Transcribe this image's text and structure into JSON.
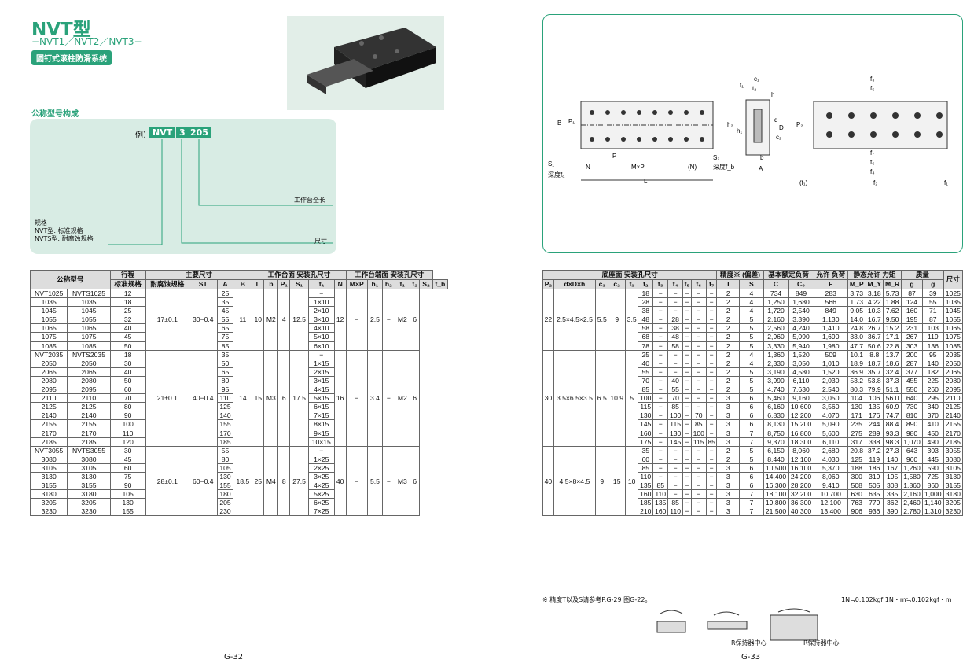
{
  "header": {
    "title": "NVT型",
    "subtitle": "−NVT1／NVT2／NVT3−",
    "badge": "圆钉式滚柱防滑系统"
  },
  "code": {
    "heading": "公称型号构成",
    "example_prefix": "例）",
    "parts": [
      "NVT",
      "3",
      "205"
    ],
    "label_length": "工作台全长",
    "label_spec_lines": [
      "规格",
      "NVT型: 标准规格",
      "NVTS型: 耐腐蚀规格"
    ],
    "label_size": "尺寸"
  },
  "ltable": {
    "head1": [
      "公称型号",
      "行程",
      "主要尺寸",
      "工作台面\n安装孔尺寸",
      "工作台端面\n安装孔尺寸"
    ],
    "cols": [
      "标准规格",
      "耐腐蚀规格",
      "ST",
      "A",
      "B",
      "L",
      "b",
      "P₁",
      "S₁",
      "fₐ",
      "N",
      "M×P",
      "h₁",
      "h₂",
      "t₁",
      "t₂",
      "S₂",
      "f_b"
    ],
    "groups": [
      {
        "rows": [
          [
            "NVT1025",
            "NVTS1025",
            "12",
            "25",
            "−"
          ],
          [
            "1035",
            "1035",
            "18",
            "35",
            "1×10"
          ],
          [
            "1045",
            "1045",
            "25",
            "45",
            "2×10"
          ],
          [
            "1055",
            "1055",
            "32",
            "55",
            "3×10"
          ],
          [
            "1065",
            "1065",
            "40",
            "65",
            "4×10"
          ],
          [
            "1075",
            "1075",
            "45",
            "75",
            "5×10"
          ],
          [
            "1085",
            "1085",
            "50",
            "85",
            "6×10"
          ]
        ],
        "A": "17±0.1",
        "B": "30−0.4",
        "b": "11",
        "P1": "10",
        "S1": "M2",
        "fa": "4",
        "N": "12.5",
        "h1": "12",
        "h2": "−",
        "t1": "2.5",
        "t2": "−",
        "S2": "M2",
        "fb": "6"
      },
      {
        "rows": [
          [
            "NVT2035",
            "NVTS2035",
            "18",
            "35",
            "−"
          ],
          [
            "2050",
            "2050",
            "30",
            "50",
            "1×15"
          ],
          [
            "2065",
            "2065",
            "40",
            "65",
            "2×15"
          ],
          [
            "2080",
            "2080",
            "50",
            "80",
            "3×15"
          ],
          [
            "2095",
            "2095",
            "60",
            "95",
            "4×15"
          ],
          [
            "2110",
            "2110",
            "70",
            "110",
            "5×15"
          ],
          [
            "2125",
            "2125",
            "80",
            "125",
            "6×15"
          ],
          [
            "2140",
            "2140",
            "90",
            "140",
            "7×15"
          ],
          [
            "2155",
            "2155",
            "100",
            "155",
            "8×15"
          ],
          [
            "2170",
            "2170",
            "110",
            "170",
            "9×15"
          ],
          [
            "2185",
            "2185",
            "120",
            "185",
            "10×15"
          ]
        ],
        "A": "21±0.1",
        "B": "40−0.4",
        "b": "14",
        "P1": "15",
        "S1": "M3",
        "fa": "6",
        "N": "17.5",
        "h1": "16",
        "h2": "−",
        "t1": "3.4",
        "t2": "−",
        "S2": "M2",
        "fb": "6"
      },
      {
        "rows": [
          [
            "NVT3055",
            "NVTS3055",
            "30",
            "55",
            "−"
          ],
          [
            "3080",
            "3080",
            "45",
            "80",
            "1×25"
          ],
          [
            "3105",
            "3105",
            "60",
            "105",
            "2×25"
          ],
          [
            "3130",
            "3130",
            "75",
            "130",
            "3×25"
          ],
          [
            "3155",
            "3155",
            "90",
            "155",
            "4×25"
          ],
          [
            "3180",
            "3180",
            "105",
            "180",
            "5×25"
          ],
          [
            "3205",
            "3205",
            "130",
            "205",
            "6×25"
          ],
          [
            "3230",
            "3230",
            "155",
            "230",
            "7×25"
          ]
        ],
        "A": "28±0.1",
        "B": "60−0.4",
        "b": "18.5",
        "P1": "25",
        "S1": "M4",
        "fa": "8",
        "N": "27.5",
        "h1": "40",
        "h2": "−",
        "t1": "5.5",
        "t2": "−",
        "S2": "M3",
        "fb": "6"
      }
    ]
  },
  "rtable": {
    "head1": [
      "底座面\n安装孔尺寸",
      "精度※\n(偏差)",
      "基本额定负荷",
      "允许\n负荷",
      "静态允许\n力矩",
      "质量",
      "尺寸"
    ],
    "groups": [
      {
        "P2": "22",
        "d": "2.5×4.5×2.5",
        "c1": "5.5",
        "c2": "9",
        "f1": "3.5",
        "rows": [
          [
            "18",
            "−",
            "−",
            "−",
            "−",
            "−",
            "2",
            "4",
            "734",
            "849",
            "283",
            "3.73",
            "3.18",
            "5.73",
            "87",
            "39",
            "1025"
          ],
          [
            "28",
            "−",
            "−",
            "−",
            "−",
            "−",
            "2",
            "4",
            "1,250",
            "1,680",
            "566",
            "1.73",
            "4.22",
            "1.88",
            "124",
            "55",
            "1035"
          ],
          [
            "38",
            "−",
            "−",
            "−",
            "−",
            "−",
            "2",
            "4",
            "1,720",
            "2,540",
            "849",
            "9.05",
            "10.3",
            "7.62",
            "160",
            "71",
            "1045"
          ],
          [
            "48",
            "−",
            "28",
            "−",
            "−",
            "−",
            "2",
            "5",
            "2,160",
            "3,390",
            "1,130",
            "14.0",
            "16.7",
            "9.50",
            "195",
            "87",
            "1055"
          ],
          [
            "58",
            "−",
            "38",
            "−",
            "−",
            "−",
            "2",
            "5",
            "2,560",
            "4,240",
            "1,410",
            "24.8",
            "26.7",
            "15.2",
            "231",
            "103",
            "1065"
          ],
          [
            "68",
            "−",
            "48",
            "−",
            "−",
            "−",
            "2",
            "5",
            "2,960",
            "5,090",
            "1,690",
            "33.0",
            "36.7",
            "17.1",
            "267",
            "119",
            "1075"
          ],
          [
            "78",
            "−",
            "58",
            "−",
            "−",
            "−",
            "2",
            "5",
            "3,330",
            "5,940",
            "1,980",
            "47.7",
            "50.6",
            "22.8",
            "303",
            "136",
            "1085"
          ]
        ]
      },
      {
        "P2": "30",
        "d": "3.5×6.5×3.5",
        "c1": "6.5",
        "c2": "10.9",
        "f1": "5",
        "rows": [
          [
            "25",
            "−",
            "−",
            "−",
            "−",
            "−",
            "2",
            "4",
            "1,360",
            "1,520",
            "509",
            "10.1",
            "8.8",
            "13.7",
            "200",
            "95",
            "2035"
          ],
          [
            "40",
            "−",
            "−",
            "−",
            "−",
            "−",
            "2",
            "4",
            "2,330",
            "3,050",
            "1,010",
            "18.9",
            "18.7",
            "18.6",
            "287",
            "140",
            "2050"
          ],
          [
            "55",
            "−",
            "−",
            "−",
            "−",
            "−",
            "2",
            "5",
            "3,190",
            "4,580",
            "1,520",
            "36.9",
            "35.7",
            "32.4",
            "377",
            "182",
            "2065"
          ],
          [
            "70",
            "−",
            "40",
            "−",
            "−",
            "−",
            "2",
            "5",
            "3,990",
            "6,110",
            "2,030",
            "53.2",
            "53.8",
            "37.3",
            "455",
            "225",
            "2080"
          ],
          [
            "85",
            "−",
            "55",
            "−",
            "−",
            "−",
            "2",
            "5",
            "4,740",
            "7,630",
            "2,540",
            "80.3",
            "79.9",
            "51.1",
            "550",
            "260",
            "2095"
          ],
          [
            "100",
            "−",
            "70",
            "−",
            "−",
            "−",
            "3",
            "6",
            "5,460",
            "9,160",
            "3,050",
            "104",
            "106",
            "56.0",
            "640",
            "295",
            "2110"
          ],
          [
            "115",
            "−",
            "85",
            "−",
            "−",
            "−",
            "3",
            "6",
            "6,160",
            "10,600",
            "3,560",
            "130",
            "135",
            "60.9",
            "730",
            "340",
            "2125"
          ],
          [
            "130",
            "−",
            "100",
            "−",
            "70",
            "−",
            "3",
            "6",
            "6,830",
            "12,200",
            "4,070",
            "171",
            "176",
            "74.7",
            "810",
            "370",
            "2140"
          ],
          [
            "145",
            "−",
            "115",
            "−",
            "85",
            "−",
            "3",
            "6",
            "8,130",
            "15,200",
            "5,090",
            "235",
            "244",
            "88.4",
            "890",
            "410",
            "2155"
          ],
          [
            "160",
            "−",
            "130",
            "−",
            "100",
            "−",
            "3",
            "7",
            "8,750",
            "16,800",
            "5,600",
            "275",
            "289",
            "93.3",
            "980",
            "450",
            "2170"
          ],
          [
            "175",
            "−",
            "145",
            "−",
            "115",
            "85",
            "3",
            "7",
            "9,370",
            "18,300",
            "6,110",
            "317",
            "338",
            "98.3",
            "1,070",
            "490",
            "2185"
          ]
        ]
      },
      {
        "P2": "40",
        "d": "4.5×8×4.5",
        "c1": "9",
        "c2": "15",
        "f1": "10",
        "rows": [
          [
            "35",
            "−",
            "−",
            "−",
            "−",
            "−",
            "2",
            "5",
            "6,150",
            "8,060",
            "2,680",
            "20.8",
            "37.2",
            "27.3",
            "643",
            "303",
            "3055"
          ],
          [
            "60",
            "−",
            "−",
            "−",
            "−",
            "−",
            "2",
            "5",
            "8,440",
            "12,100",
            "4,030",
            "125",
            "119",
            "140",
            "960",
            "445",
            "3080"
          ],
          [
            "85",
            "−",
            "−",
            "−",
            "−",
            "−",
            "3",
            "6",
            "10,500",
            "16,100",
            "5,370",
            "188",
            "186",
            "167",
            "1,260",
            "590",
            "3105"
          ],
          [
            "110",
            "−",
            "−",
            "−",
            "−",
            "−",
            "3",
            "6",
            "14,400",
            "24,200",
            "8,060",
            "300",
            "319",
            "195",
            "1,580",
            "725",
            "3130"
          ],
          [
            "135",
            "85",
            "−",
            "−",
            "−",
            "−",
            "3",
            "6",
            "16,300",
            "28,200",
            "9,410",
            "508",
            "505",
            "308",
            "1,860",
            "860",
            "3155"
          ],
          [
            "160",
            "110",
            "−",
            "−",
            "−",
            "−",
            "3",
            "7",
            "18,100",
            "32,200",
            "10,700",
            "630",
            "635",
            "335",
            "2,160",
            "1,000",
            "3180"
          ],
          [
            "185",
            "135",
            "85",
            "−",
            "−",
            "−",
            "3",
            "7",
            "19,800",
            "36,300",
            "12,100",
            "763",
            "779",
            "362",
            "2,460",
            "1,140",
            "3205"
          ],
          [
            "210",
            "160",
            "110",
            "−",
            "−",
            "−",
            "3",
            "7",
            "21,500",
            "40,300",
            "13,400",
            "906",
            "936",
            "390",
            "2,780",
            "1,310",
            "3230"
          ]
        ]
      }
    ]
  },
  "footnote": "※ 精度T以及S请参考P.G-29 图G-22。",
  "units": "1N≒0.102kgf  1N・m≒0.102kgf・m",
  "moment_label": "R保持器中心",
  "pages": {
    "left": "G-32",
    "right": "G-33"
  }
}
